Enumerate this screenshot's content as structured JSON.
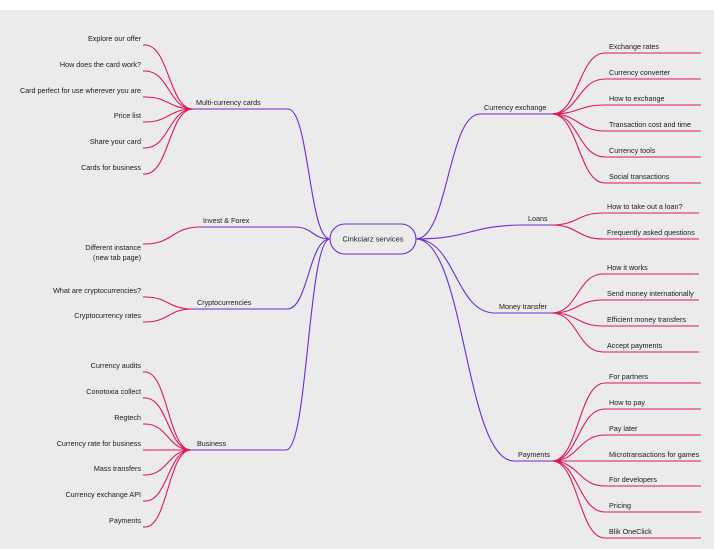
{
  "colors": {
    "main_edge": "#6b2bd9",
    "leaf_edge": "#e0175a",
    "background": "#ebebeb"
  },
  "center": {
    "label": "Cinkciarz services"
  },
  "left": [
    {
      "label": "Multi-currency cards",
      "children": [
        {
          "label": "Explore our offer"
        },
        {
          "label": "How does the card work?"
        },
        {
          "label": "Card perfect for use wherever you are"
        },
        {
          "label": "Price list"
        },
        {
          "label": "Share your card"
        },
        {
          "label": "Cards for business"
        }
      ]
    },
    {
      "label": "Invest & Forex",
      "children": [
        {
          "label": "Different instance",
          "label2": "(new tab page)"
        }
      ]
    },
    {
      "label": "Cryptocurrencies",
      "children": [
        {
          "label": "What are cryptocurrencies?"
        },
        {
          "label": "Cryptocurrency rates"
        }
      ]
    },
    {
      "label": "Business",
      "children": [
        {
          "label": "Currency audits"
        },
        {
          "label": "Conotoxia collect"
        },
        {
          "label": "Regtech"
        },
        {
          "label": "Currency rate for business"
        },
        {
          "label": "Mass transfers"
        },
        {
          "label": "Currency exchange API"
        },
        {
          "label": "Payments"
        }
      ]
    }
  ],
  "right": [
    {
      "label": "Currency exchange",
      "children": [
        {
          "label": "Exchange rates"
        },
        {
          "label": "Currency converter"
        },
        {
          "label": "How to exchange"
        },
        {
          "label": "Transaction cost and time"
        },
        {
          "label": "Currency tools"
        },
        {
          "label": "Social transactions"
        }
      ]
    },
    {
      "label": "Loans",
      "children": [
        {
          "label": "How to take out a loan?"
        },
        {
          "label": "Frequently asked questions"
        }
      ]
    },
    {
      "label": "Money transfer",
      "children": [
        {
          "label": "How it works"
        },
        {
          "label": "Send money internationally"
        },
        {
          "label": "Efficient money transfers"
        },
        {
          "label": "Accept payments"
        }
      ]
    },
    {
      "label": "Payments",
      "children": [
        {
          "label": "For partners"
        },
        {
          "label": "How to pay"
        },
        {
          "label": "Pay later"
        },
        {
          "label": "Microtransactions for games"
        },
        {
          "label": "For developers"
        },
        {
          "label": "Pricing"
        },
        {
          "label": "Blik OneClick"
        }
      ]
    }
  ]
}
